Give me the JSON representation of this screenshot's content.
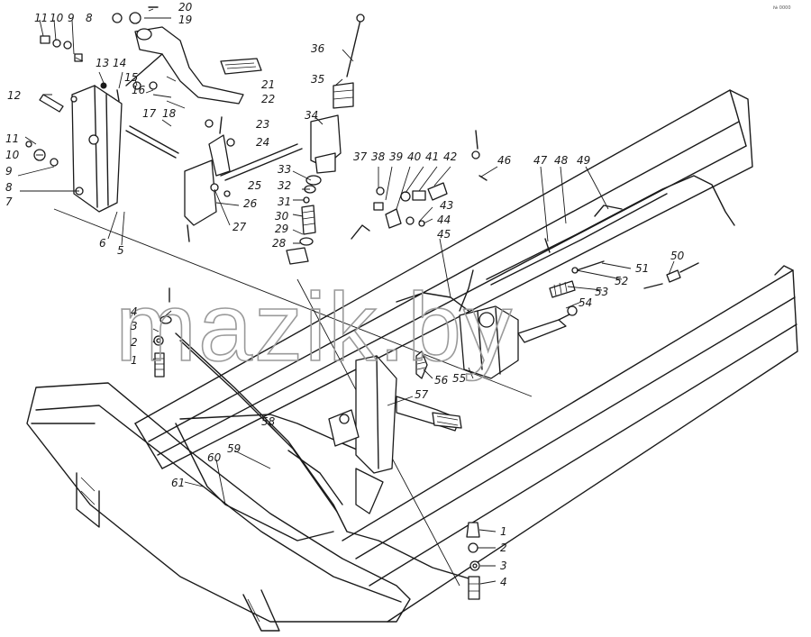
{
  "watermark": "mazik.by",
  "corner_mark": "№ 0000",
  "callouts": {
    "c1a": "1",
    "c2a": "2",
    "c3a": "3",
    "c4a": "4",
    "c1b": "1",
    "c2b": "2",
    "c3b": "3",
    "c4b": "4",
    "c5": "5",
    "c6": "6",
    "c7": "7",
    "c8a": "8",
    "c8b": "8",
    "c9a": "9",
    "c9b": "9",
    "c10a": "10",
    "c10b": "10",
    "c11a": "11",
    "c11b": "11",
    "c12": "12",
    "c13": "13",
    "c14": "14",
    "c15": "15",
    "c16": "16",
    "c17": "17",
    "c18": "18",
    "c19": "19",
    "c20": "20",
    "c21": "21",
    "c22": "22",
    "c23": "23",
    "c24": "24",
    "c25": "25",
    "c26": "26",
    "c27": "27",
    "c28": "28",
    "c29": "29",
    "c30": "30",
    "c31": "31",
    "c32": "32",
    "c33": "33",
    "c34": "34",
    "c35": "35",
    "c36": "36",
    "c37": "37",
    "c38": "38",
    "c39": "39",
    "c40": "40",
    "c41": "41",
    "c42": "42",
    "c43": "43",
    "c44": "44",
    "c45": "45",
    "c46": "46",
    "c47": "47",
    "c48": "48",
    "c49": "49",
    "c50": "50",
    "c51": "51",
    "c52": "52",
    "c53": "53",
    "c54": "54",
    "c55": "55",
    "c56": "56",
    "c57": "57",
    "c58": "58",
    "c59": "59",
    "c60": "60",
    "c61": "61"
  }
}
